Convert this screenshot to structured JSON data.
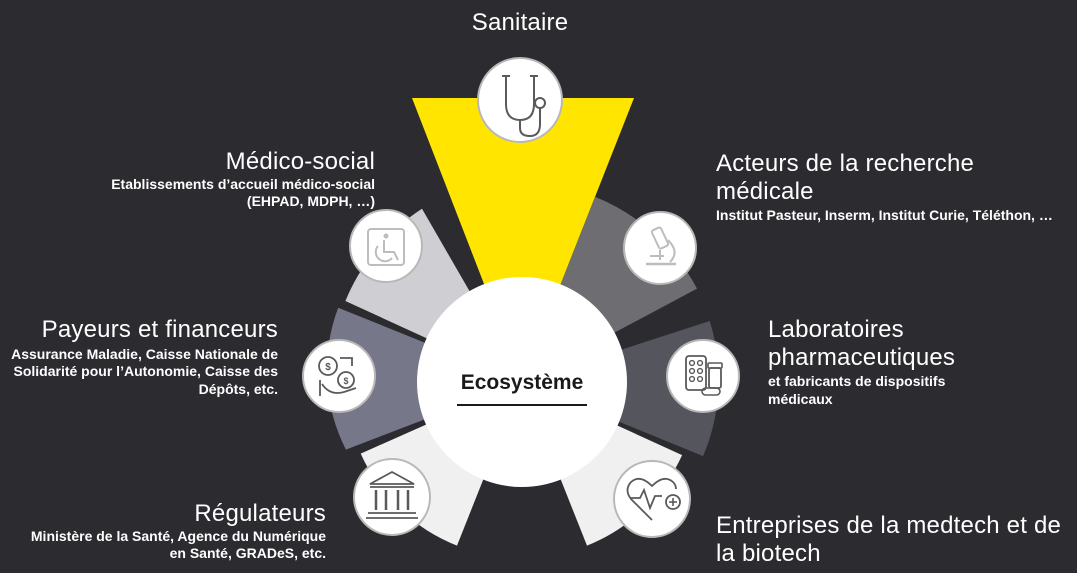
{
  "center": {
    "label": "Ecosystème"
  },
  "segments": [
    {
      "key": "sanitaire",
      "title": "Sanitaire",
      "subtitle": "",
      "icon": "stethoscope-icon",
      "color": "#ffe500"
    },
    {
      "key": "recherche",
      "title": "Acteurs de la recherche médicale",
      "subtitle": "Institut Pasteur, Inserm, Institut Curie, Téléthon, …",
      "icon": "microscope-icon",
      "color": "#6d6d72"
    },
    {
      "key": "laboratoires",
      "title": "Laboratoires pharmaceutiques",
      "subtitle": "et fabricants de dispositifs médicaux",
      "icon": "medicines-icon",
      "color": "#55555e"
    },
    {
      "key": "medtech",
      "title": "Entreprises de la medtech et de la biotech",
      "subtitle": "",
      "icon": "heart-pulse-icon",
      "color": "#f0f0f0"
    },
    {
      "key": "regulateurs",
      "title": "Régulateurs",
      "subtitle": "Ministère de la Santé, Agence du Numérique en Santé, GRADeS, etc.",
      "icon": "government-building-icon",
      "color": "#f0f0f0"
    },
    {
      "key": "payeurs",
      "title": "Payeurs et financeurs",
      "subtitle": "Assurance Maladie, Caisse Nationale de Solidarité pour l’Autonomie, Caisse des Dépôts, etc.",
      "icon": "money-exchange-icon",
      "color": "#77778a"
    },
    {
      "key": "medico_social",
      "title": "Médico-social",
      "subtitle": "Etablissements d’accueil médico-social (EHPAD, MDPH, …)",
      "icon": "wheelchair-icon",
      "color": "#cfcfd3"
    }
  ]
}
